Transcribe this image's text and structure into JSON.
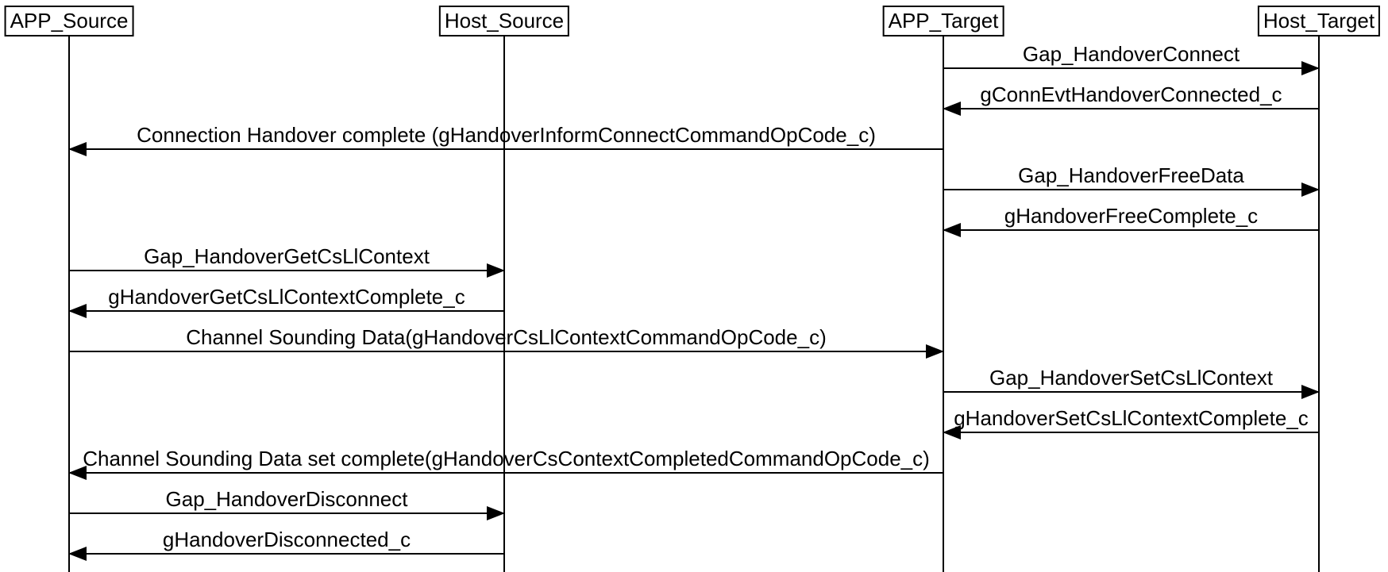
{
  "diagram": {
    "type": "sequence",
    "background_color": "#ffffff",
    "line_color": "#000000",
    "text_color": "#000000",
    "actors": [
      {
        "name": "APP_Source"
      },
      {
        "name": "Host_Source"
      },
      {
        "name": "APP_Target"
      },
      {
        "name": "Host_Target"
      }
    ],
    "messages": [
      {
        "from": "APP_Target",
        "to": "Host_Target",
        "label": "Gap_HandoverConnect"
      },
      {
        "from": "Host_Target",
        "to": "APP_Target",
        "label": "gConnEvtHandoverConnected_c"
      },
      {
        "from": "APP_Target",
        "to": "APP_Source",
        "label": "Connection Handover complete (gHandoverInformConnectCommandOpCode_c)"
      },
      {
        "from": "APP_Target",
        "to": "Host_Target",
        "label": "Gap_HandoverFreeData"
      },
      {
        "from": "Host_Target",
        "to": "APP_Target",
        "label": "gHandoverFreeComplete_c"
      },
      {
        "from": "APP_Source",
        "to": "Host_Source",
        "label": "Gap_HandoverGetCsLlContext"
      },
      {
        "from": "Host_Source",
        "to": "APP_Source",
        "label": "gHandoverGetCsLlContextComplete_c"
      },
      {
        "from": "APP_Source",
        "to": "APP_Target",
        "label": "Channel Sounding Data(gHandoverCsLlContextCommandOpCode_c)"
      },
      {
        "from": "APP_Target",
        "to": "Host_Target",
        "label": "Gap_HandoverSetCsLlContext"
      },
      {
        "from": "Host_Target",
        "to": "APP_Target",
        "label": "gHandoverSetCsLlContextComplete_c"
      },
      {
        "from": "APP_Target",
        "to": "APP_Source",
        "label": "Channel Sounding Data set complete(gHandoverCsContextCompletedCommandOpCode_c)"
      },
      {
        "from": "APP_Source",
        "to": "Host_Source",
        "label": "Gap_HandoverDisconnect"
      },
      {
        "from": "Host_Source",
        "to": "APP_Source",
        "label": "gHandoverDisconnected_c"
      }
    ]
  }
}
